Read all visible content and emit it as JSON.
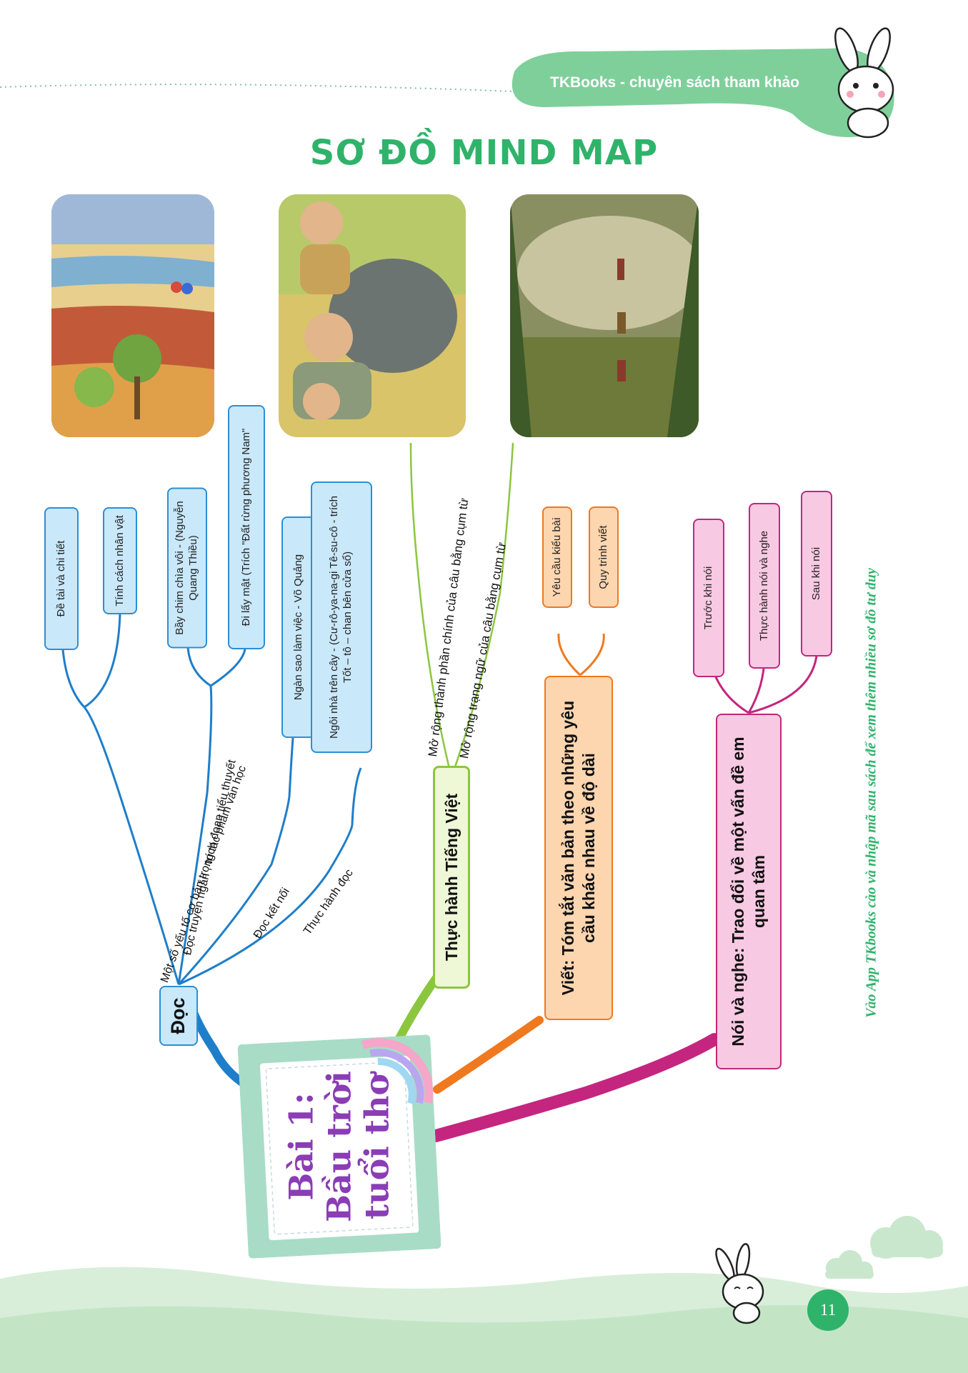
{
  "header": {
    "brand": "TKBooks - chuyên sách tham khảo"
  },
  "title": "SƠ ĐỒ MIND MAP",
  "center": {
    "title": "Bài 1: Bầu trời tuổi thơ"
  },
  "branches": {
    "doc": {
      "label": "Đọc",
      "sub": [
        {
          "label": "Một số yếu tố cơ bản trong tác phẩm văn học",
          "leaves": [
            "Đề tài và chi tiết",
            "Tính cách nhân vật"
          ]
        },
        {
          "label": "Đọc truyện ngắn , trích đoạn tiểu thuyết",
          "leaves": [
            "Bầy chim chìa vôi - (Nguyễn Quang Thiều)",
            "Đi lấy mật (Trích \"Đất rừng phương Nam\""
          ]
        },
        {
          "label": "Đọc kết nối",
          "leaves": [
            "Ngàn sao làm việc - Võ Quảng"
          ]
        },
        {
          "label": "Thực hành đọc",
          "leaves": [
            "Ngôi nhà trên cây - (Cư-rô-ya-na-gi Tê-su-cô - trích Tốt – tô – chan bên cửa sổ)"
          ]
        }
      ]
    },
    "tiengviet": {
      "label": "Thực hành Tiếng Việt",
      "leaves": [
        "Mở rộng thành phần chính của câu bằng cụm từ",
        "Mở rộng trạng ngữ của câu bằng cụm từ"
      ]
    },
    "viet": {
      "label": "Viết: Tóm tắt văn bản theo những yêu cầu khác nhau về độ dài",
      "leaves": [
        "Yêu cầu kiểu bài",
        "Quy trình viết"
      ]
    },
    "noinghe": {
      "label": "Nói và nghe: Trao đổi về một vấn đề em quan tâm",
      "leaves": [
        "Trước khi nói",
        "Thực hành nói và nghe",
        "Sau khi nói"
      ]
    }
  },
  "side_note": "Vào App TKbooks cào và nhập mã sau sách để xem thêm nhiều sơ đồ tư duy",
  "page_number": "11",
  "colors": {
    "green": "#2fb36b",
    "doc": "#1f7ec9",
    "tiengviet": "#8cc63f",
    "viet": "#f0781e",
    "noinghe": "#c4257f"
  }
}
